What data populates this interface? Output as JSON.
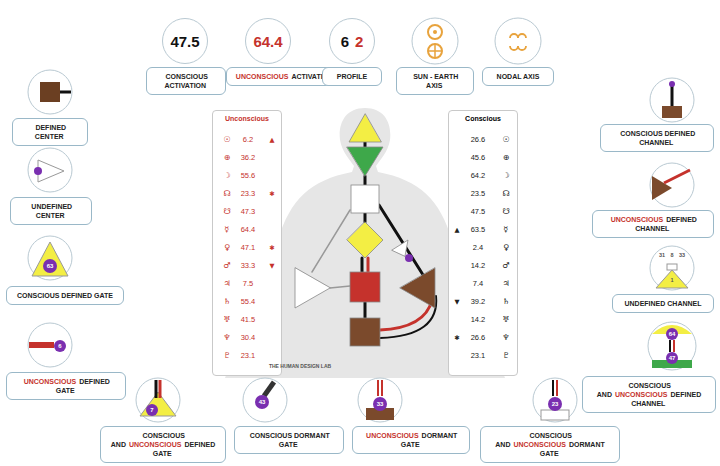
{
  "diagram": {
    "nodes": [
      {
        "text": [
          "47.5"
        ]
      },
      {
        "text": [
          "CONSCIOUS ACTIVATION"
        ]
      },
      {
        "text": [
          "64.4"
        ]
      },
      {
        "text": [
          "UNCONSCIOUS",
          "ACTIVATION"
        ]
      },
      {
        "text": [
          "6",
          "2"
        ]
      },
      {
        "text": [
          "PROFILE"
        ]
      },
      {
        "text": [
          "SUN - EARTH AXIS"
        ]
      },
      {
        "text": [
          "NODAL AXIS"
        ]
      },
      {
        "text": [
          "DEFINED CENTER"
        ]
      },
      {
        "text": [
          "UNDEFINED CENTER"
        ]
      },
      {
        "text": [
          "CONSCIOUS DEFINED GATE"
        ]
      },
      {
        "text": [
          "UNCONSCIOUS",
          "DEFINED GATE"
        ]
      },
      {
        "text": [
          "CONSCIOUS DEFINED CHANNEL"
        ]
      },
      {
        "text": [
          "UNCONSCIOUS",
          "DEFINED CHANNEL"
        ]
      },
      {
        "text": [
          "UNDEFINED CHANNEL"
        ]
      },
      {
        "text": [
          "CONSCIOUS AND",
          "UNCONSCIOUS",
          "DEFINED CHANNEL"
        ]
      },
      {
        "text": [
          "Unconscious"
        ]
      },
      {
        "text": [
          "Conscious"
        ]
      },
      {
        "text": [
          "CONSCIOUS AND",
          "UNCONSCIOUS",
          "DEFINED GATE"
        ]
      },
      {
        "text": [
          "CONSCIOUS DORMANT GATE"
        ]
      },
      {
        "text": [
          "UNCONSCIOUS",
          "DORMANT GATE"
        ]
      },
      {
        "text": [
          "CONSCIOUS AND",
          "UNCONSCIOUS",
          "DORMANT GATE"
        ]
      }
    ],
    "labels": [
      "6.2",
      "36.2",
      "55.6",
      "23.3",
      "47.3",
      "64.4",
      "47.1",
      "33.3",
      "7.5",
      "55.4",
      "41.5",
      "30.4",
      "23.1",
      "☉",
      "⊕",
      "☽",
      "☊",
      "☋",
      "☿",
      "♀",
      "♂",
      "♃",
      "♄",
      "♅",
      "♆",
      "♇",
      "▲",
      "✱",
      "✱",
      "▼",
      "26.6",
      "45.6",
      "64.2",
      "23.5",
      "47.5",
      "63.5",
      "2.4",
      "14.2",
      "7.4",
      "39.2",
      "14.2",
      "26.6",
      "23.1",
      "☉",
      "⊕",
      "☽",
      "☊",
      "☋",
      "☿",
      "♀",
      "♂",
      "♃",
      "♄",
      "♅",
      "♆",
      "♇",
      "▲",
      "▼",
      "✱",
      "63",
      "6",
      "7",
      "43",
      "33",
      "23",
      "64",
      "47",
      "31",
      "8",
      "33",
      "1",
      "THE HUMAN DESIGN LAB"
    ]
  }
}
